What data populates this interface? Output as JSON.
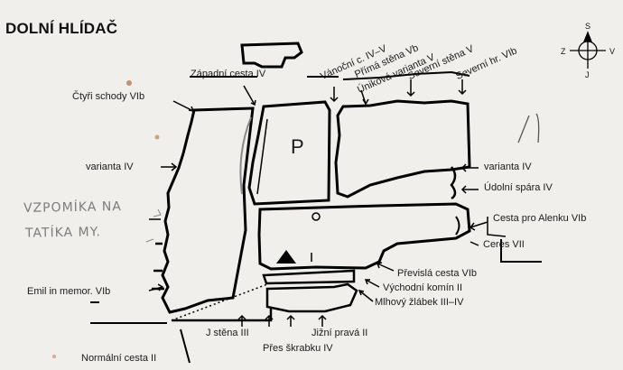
{
  "title": "DOLNÍ HLÍDAČ",
  "compass": {
    "north": "S",
    "south": "J",
    "west": "Z",
    "east": "V"
  },
  "blocks": {
    "parking": "P"
  },
  "handwriting": {
    "line1": "VZPOMÍKA NA",
    "line2": "TATÍKA MY."
  },
  "routes": {
    "zapadni_cesta": "Západní cesta IV",
    "ctyri_schody": "Čtyři schody VIb",
    "vanocni": "Vánoční c. IV–V",
    "prima_stena": "Přímá stěna Vb",
    "unikova": "Úniková varianta V",
    "severni_stena": "Severní stěna V",
    "severni_hr": "Severní hr. VIb",
    "varianta_left": "varianta IV",
    "varianta_right": "varianta IV",
    "udolni_spara": "Údolní spára IV",
    "cesta_alenku": "Cesta pro Alenku VIb",
    "ceres": "Ceres VII",
    "previsla": "Převislá cesta VIb",
    "vychodni_komin": "Východní komín II",
    "mlhovy": "Mlhový žlábek III–IV",
    "emil": "Emil in memor. VIb",
    "j_stena": "J stěna III",
    "jizni_prava": "Jižní pravá II",
    "pres_skrabku": "Přes škrabku IV",
    "normalni": "Normální cesta II"
  }
}
